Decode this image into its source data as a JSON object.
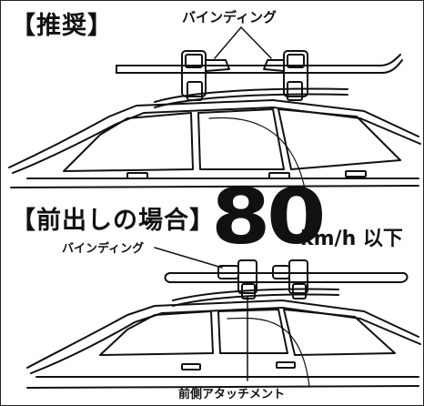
{
  "figure_top": {
    "heading": "【推奨】",
    "callout": "バインディング"
  },
  "figure_bottom": {
    "heading": "【前出しの場合】",
    "speed_value": "80",
    "speed_unit": "km/h 以下",
    "callout_binding": "バインディング",
    "callout_attachment": "前側アタッチメント"
  }
}
